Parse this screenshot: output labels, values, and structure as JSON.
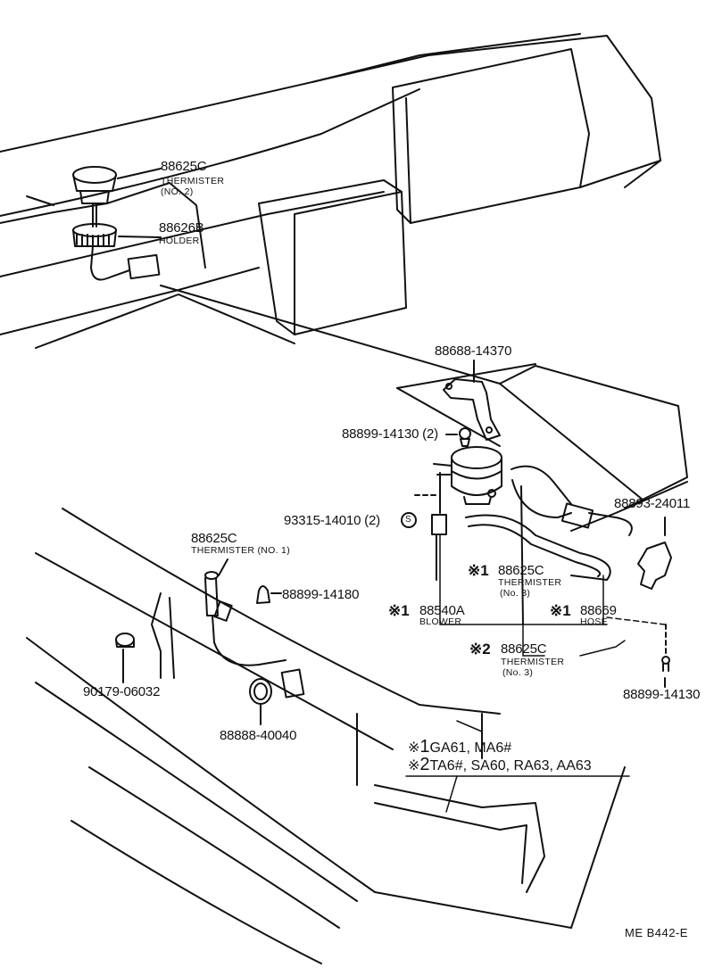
{
  "parts": {
    "p1": {
      "number": "88625C",
      "name": "THERMISTER",
      "sub": "(NO. 2)"
    },
    "p2": {
      "number": "88626B",
      "name": "HOLDER"
    },
    "p3": {
      "number": "88688-14370"
    },
    "p4": {
      "number": "88899-14130 (2)"
    },
    "p5": {
      "number": "88893-24011"
    },
    "p6": {
      "number": "93315-14010 (2)",
      "circle": "S"
    },
    "p7": {
      "number": "88625C",
      "name": "THERMISTER (NO. 1)"
    },
    "p8": {
      "number": "88899-14180"
    },
    "p9": {
      "mark": "※1",
      "number": "88625C",
      "name": "THERMISTER",
      "sub": "(No. 3)"
    },
    "p10": {
      "mark": "※1",
      "number": "88540A",
      "name": "BLOWER"
    },
    "p11": {
      "mark": "※1",
      "number": "88669",
      "name": "HOSE"
    },
    "p12": {
      "mark": "※2",
      "number": "88625C",
      "name": "THERMISTER",
      "sub": "(No. 3)"
    },
    "p13": {
      "number": "88899-14130"
    },
    "p14": {
      "number": "90179-06032"
    },
    "p15": {
      "number": "88888-40040"
    }
  },
  "legend": [
    {
      "mark": "※",
      "index": "1",
      "models": "GA61, MA6#"
    },
    {
      "mark": "※",
      "index": "2",
      "models": "TA6#, SA60, RA63, AA63"
    }
  ],
  "diagram_code": "ME  B442-E"
}
